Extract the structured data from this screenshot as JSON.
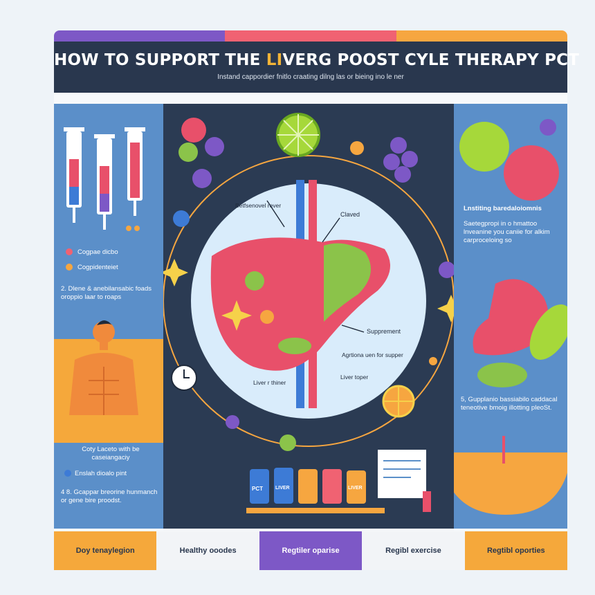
{
  "header": {
    "title_before": "HOW TO SUPPORT THE ",
    "title_highlight": "LI",
    "title_after": "VERG POOST CYLE THERAPY PCT",
    "subtitle": "Instand cappordier fnitlo craating dilng las or bieing ino le ner"
  },
  "left": {
    "legend_1": "Cogpae dicbo",
    "legend_2": "Cogpidenteiet",
    "step_2": "2. Dlene & anebilansabic foads oroppio laar to roaps",
    "body_caption": "Coty Laceto with be caseiangaciy",
    "legend_3": "Enslah dioalo pint",
    "step_4": "4 8. Gcappar breorine hunmanch or gene bire proodst."
  },
  "center": {
    "label_nerve": "Betfsenovel rever",
    "label_cleved": "Claved",
    "label_supplement": "Supprement",
    "label_agnition": "Agrtiona uen for supper",
    "label_liver_thiner": "Liver r thiner",
    "label_liver_toper": "Liver toper",
    "bottle_1": "PCT",
    "bottle_2": "LIVER",
    "bottle_3": "",
    "bottle_4": "",
    "bottle_5": "LIVER"
  },
  "right": {
    "heading": "Lnstiting baredaloiomnis",
    "paragraph": "Saetegpropi in o hmattoo lnveanine you caniie for alkim carproceloing so",
    "step_5": "5, Gupplanio bassiabilo caddacal teneotive bmoig illotting pleoSt."
  },
  "footer": {
    "item_1": "Doy tenaylegion",
    "item_2": "Healthy ooodes",
    "item_3": "Regtiler oparise",
    "item_4": "Regibl exercise",
    "item_5": "Regtibl oporties"
  },
  "colors": {
    "stripe_purple": "#7d58c6",
    "stripe_red": "#f06272",
    "stripe_orange": "#f6a640",
    "header_bg": "#29374e",
    "panel_blue": "#5b8fc9",
    "panel_dark": "#2b3b53",
    "liver": "#e8506a",
    "footer_orange": "#f5a83b",
    "footer_purple": "#7d58c6",
    "footer_light": "#f2f4f7"
  }
}
